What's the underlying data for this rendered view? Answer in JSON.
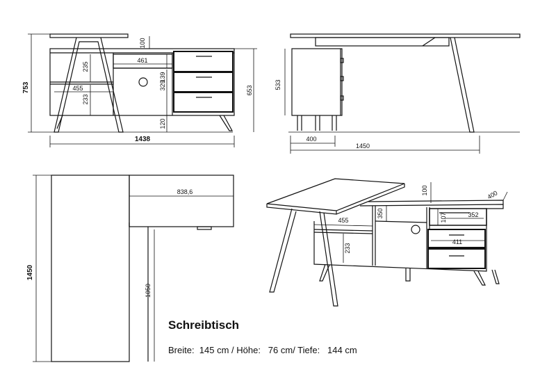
{
  "caption": {
    "title": "Schreibtisch",
    "specs": "Breite:  145 cm / Höhe:   76 cm/ Tiefe:   144 cm"
  },
  "front_view": {
    "dims": {
      "top_overhang": "100",
      "height_total": "753",
      "height_body": "653",
      "opening_width": "461",
      "opening_upper": "235",
      "opening_lower": "233",
      "shelf_width": "455",
      "box_height": "139",
      "box_lower": "329",
      "leg_height": "120",
      "width_total": "1438"
    }
  },
  "side_view": {
    "dims": {
      "height_body": "533",
      "depth_cabinet": "400",
      "length_top": "1450"
    }
  },
  "top_view": {
    "dims": {
      "length": "1450",
      "return_width": "838,6",
      "inner_length": "1050"
    }
  },
  "iso_view": {
    "dims": {
      "top_overhang": "100",
      "depth": "400",
      "box_height": "350",
      "drawer_height": "107",
      "drawer_width": "352",
      "shelf_width": "455",
      "opening_height": "233",
      "drawer_depth": "411"
    }
  }
}
